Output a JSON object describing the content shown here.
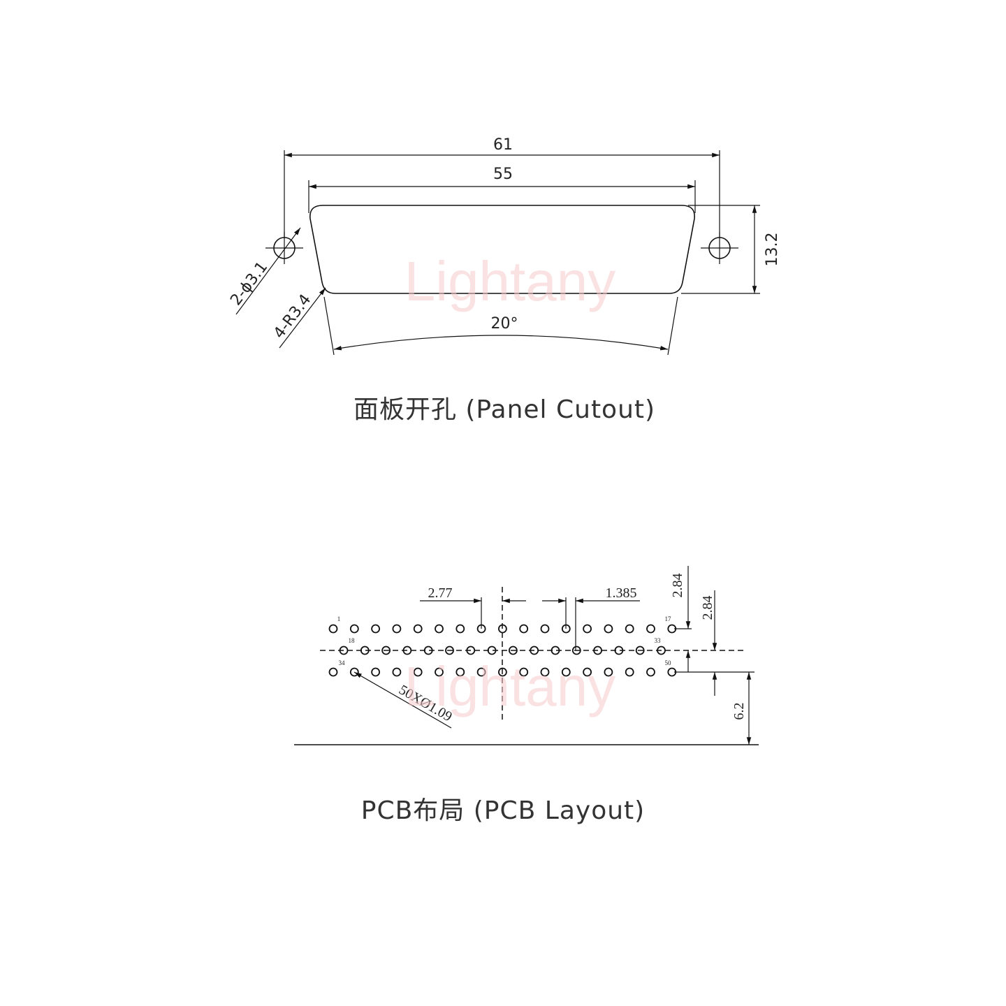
{
  "watermark": "Lightany",
  "panel": {
    "dim_overall": "61",
    "dim_body": "55",
    "dim_height": "13.2",
    "dim_angle": "20°",
    "label_holes": "2-ϕ3.1",
    "label_radius": "4-R3.4",
    "caption": "面板开孔 (Panel Cutout)"
  },
  "pcb": {
    "pitch_label": "2.77",
    "half_pitch_label": "1.385",
    "row_spacing_label_1": "2.84",
    "row_spacing_label_2": "2.84",
    "edge_offset_label": "6.2",
    "hole_label": "50XØ1.09",
    "pin_labels": [
      "1",
      "17",
      "18",
      "33",
      "34",
      "50"
    ],
    "row_pin_counts": [
      17,
      16,
      17
    ],
    "caption": "PCB布局 (PCB Layout)"
  }
}
